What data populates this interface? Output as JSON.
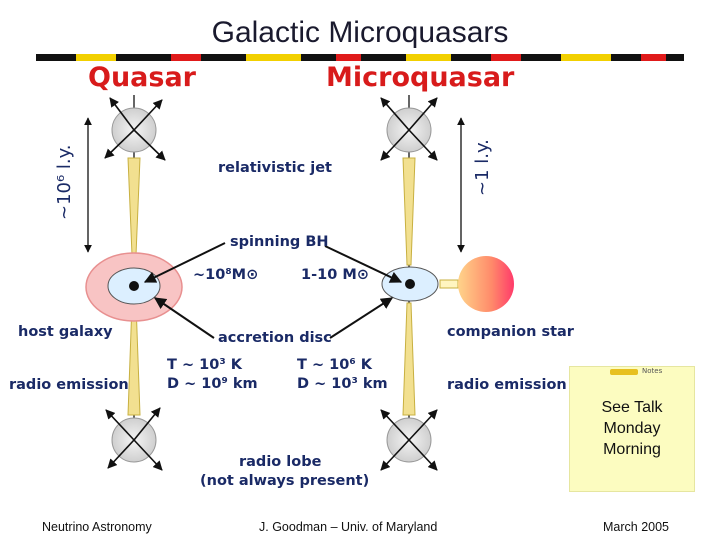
{
  "title": "Galactic Microquasars",
  "colors": {
    "stripe_black": "#111111",
    "stripe_yellow": "#f2d000",
    "stripe_red": "#e01a1a",
    "heading_red": "#d81b1b",
    "label_navy": "#1a2a66",
    "note_bg": "#fcfcc0"
  },
  "diagram": {
    "quasar_heading": "Quasar",
    "microquasar_heading": "Microquasar",
    "quasar_scale": "~10⁶ l.y.",
    "microquasar_scale": "~1 l.y.",
    "relativistic_jet": "relativistic jet",
    "spinning_bh": "spinning BH",
    "quasar_mass": "~10⁸M⊙",
    "micro_mass": "1-10 M⊙",
    "host_galaxy": "host galaxy",
    "accretion_disc": "accretion disc",
    "companion_star": "companion star",
    "radio_emission_left": "radio emission",
    "radio_emission_right": "radio emission",
    "quasar_temp": "T ~ 10³ K",
    "quasar_size": "D ~ 10⁹ km",
    "micro_temp": "T ~ 10⁶ K",
    "micro_size": "D ~ 10³ km",
    "radio_lobe": "radio lobe",
    "not_always": "(not always present)"
  },
  "note": {
    "tag_text": "Notes",
    "lines": [
      "See Talk",
      "Monday",
      "Morning"
    ]
  },
  "footer": {
    "left": "Neutrino Astronomy",
    "center": "J. Goodman – Univ. of Maryland",
    "right": "March 2005"
  }
}
